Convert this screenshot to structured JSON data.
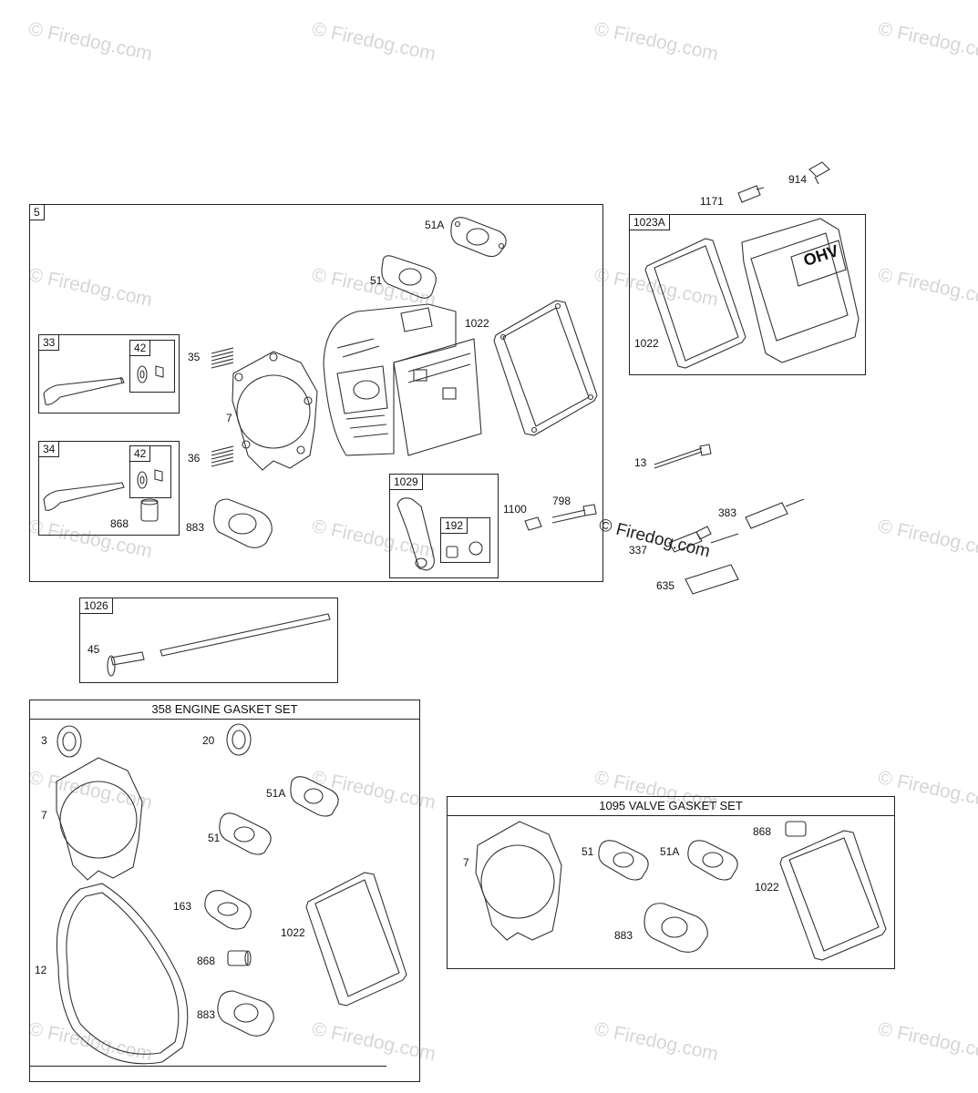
{
  "watermark": {
    "text": "© Firedog.com"
  },
  "stamp": {
    "text": "© Firedog.com"
  },
  "main_group": {
    "tag": "5"
  },
  "sub_groups": {
    "intake_valve": {
      "tag": "33",
      "keeper_tag": "42"
    },
    "exhaust_valve": {
      "tag": "34",
      "keeper_tag": "42"
    },
    "rocker": {
      "tag": "1029",
      "inner_tag": "192"
    },
    "cover": {
      "tag": "1023A"
    },
    "pushrod": {
      "tag": "1026"
    }
  },
  "engine_gasket_set": {
    "title": "358 ENGINE GASKET SET"
  },
  "valve_gasket_set": {
    "title": "1095 VALVE GASKET SET"
  },
  "labels": {
    "p51a": "51A",
    "p51": "51",
    "p1022": "1022",
    "p35": "35",
    "p7": "7",
    "p36": "36",
    "p868": "868",
    "p883": "883",
    "p1100": "1100",
    "p798": "798",
    "p914": "914",
    "p1171": "1171",
    "p1022b": "1022",
    "p13": "13",
    "p383": "383",
    "p337": "337",
    "p635": "635",
    "p45": "45",
    "e3": "3",
    "e20": "20",
    "e7": "7",
    "e51a": "51A",
    "e51": "51",
    "e163": "163",
    "e1022": "1022",
    "e12": "12",
    "e868": "868",
    "e883": "883",
    "v7": "7",
    "v51": "51",
    "v51a": "51A",
    "v868": "868",
    "v1022": "1022",
    "v883": "883"
  },
  "cover_text": "OHV"
}
